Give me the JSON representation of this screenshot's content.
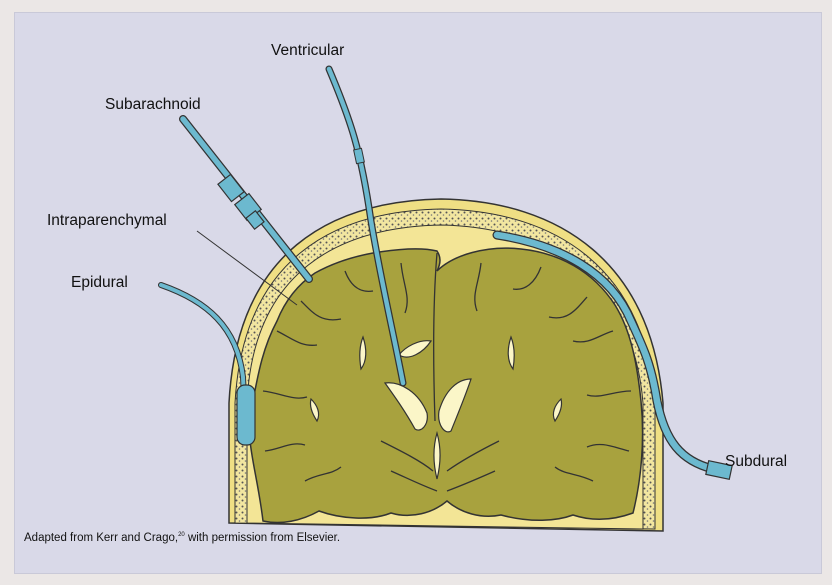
{
  "labels": {
    "ventricular": "Ventricular",
    "subarachnoid": "Subarachnoid",
    "intraparenchymal": "Intraparenchymal",
    "epidural": "Epidural",
    "subdural": "Subdural"
  },
  "caption": {
    "text": "Adapted from Kerr and Crago,",
    "ref": "20",
    "suffix": " with permission from Elsevier."
  },
  "colors": {
    "background": "#d9d9e8",
    "skull": "#efe08a",
    "brain": "#a8a23e",
    "ventricle": "#fbf6c8",
    "catheter": "#6cb9cf"
  }
}
